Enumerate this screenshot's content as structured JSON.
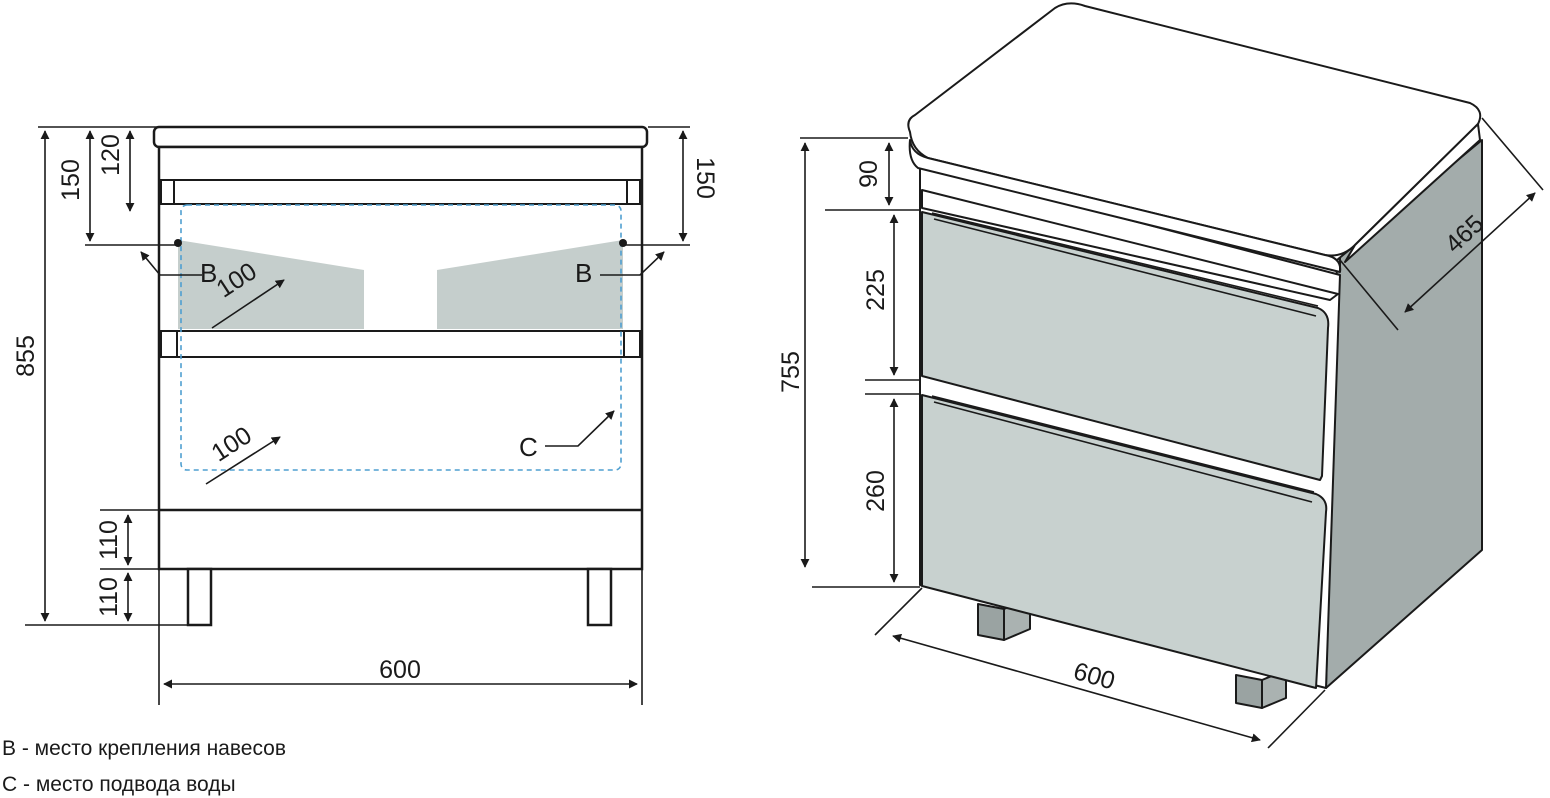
{
  "front_view": {
    "dims": {
      "total_height": "855",
      "top_150": "150",
      "top_120": "120",
      "right_150": "150",
      "plinth_110": "110",
      "legs_110": "110",
      "width": "600",
      "offset_100_upper": "100",
      "offset_100_lower": "100"
    },
    "labels": {
      "b_left": "B",
      "b_right": "B",
      "c": "C"
    }
  },
  "iso_view": {
    "dims": {
      "total_height": "755",
      "top_90": "90",
      "drawer_225": "225",
      "drawer_260": "260",
      "width": "600",
      "depth": "465"
    }
  },
  "legend": [
    "B - место крепления навесов",
    "C - место подвода воды"
  ],
  "colors": {
    "line": "#1a1a1a",
    "drawer_face": "#c8d1cf",
    "side_panel": "#a3acab",
    "top_surface": "#ffffff",
    "cutout_fill": "#c5cecc",
    "dashed_outline": "#4f9fd0",
    "legs": "#9aa3a2"
  }
}
